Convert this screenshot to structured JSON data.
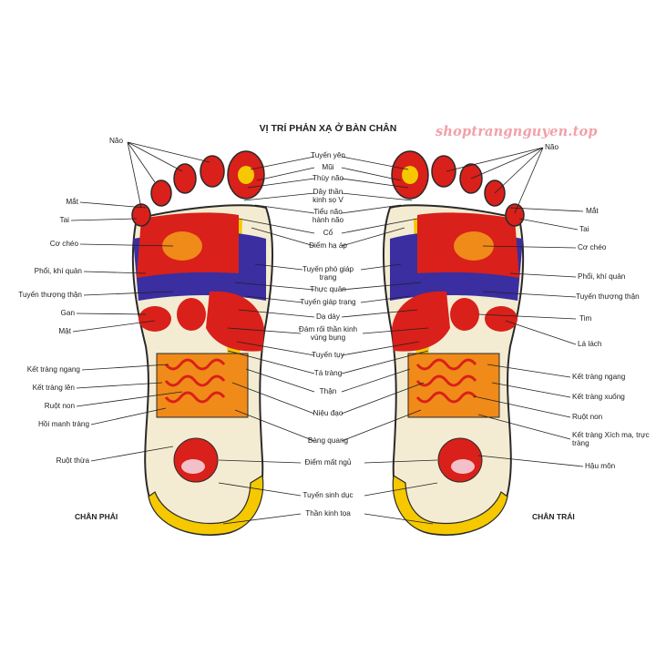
{
  "title": "VỊ TRÍ PHẢN XẠ Ở BÀN CHÂN",
  "watermark": "shoptrangnguyen.top",
  "captions": {
    "right_foot": "CHÂN PHẢI",
    "left_foot": "CHÂN TRÁI"
  },
  "labels": {
    "left": {
      "nao": "Não",
      "mat_eye": "Mắt",
      "tai": "Tai",
      "co_cheo": "Cơ chéo",
      "phoi": "Phổi, khí quản",
      "tuyen_thuong_than": "Tuyến thượng thận",
      "gan": "Gan",
      "mat_gall": "Mật",
      "ket_trang_ngang": "Kết tràng ngang",
      "ket_trang_len": "Kết tràng lên",
      "ruot_non": "Ruột non",
      "hoi_manh_trang": "Hồi manh tràng",
      "ruot_thua": "Ruột thừa"
    },
    "center": {
      "tuyen_yen": "Tuyến yên",
      "mui": "Mũi",
      "thuy_nao": "Thùy não",
      "day_than_kinh": "Dây thần kinh sọ V",
      "tieu_nao": "Tiểu não hành não",
      "co": "Cổ",
      "diem_ha_ap": "Điểm hạ áp",
      "tuyen_pho_giap": "Tuyến phó giáp trạng",
      "thuc_quan": "Thực quản",
      "tuyen_giap": "Tuyến giáp trạng",
      "da_day": "Dạ dày",
      "dam_roi": "Đám rối thần kinh vùng bụng",
      "tuyen_tuy": "Tuyến tụy",
      "ta_trang": "Tá tràng",
      "than": "Thận",
      "nieu_dao": "Niệu đạo",
      "bang_quang": "Bàng quang",
      "diem_mat_ngu": "Điểm mất ngủ",
      "tuyen_sinh_duc": "Tuyến sinh dục",
      "than_kinh_toa": "Thần kinh tọa"
    },
    "right": {
      "nao": "Não",
      "mat_eye": "Mắt",
      "tai": "Tai",
      "co_cheo": "Cơ chéo",
      "phoi": "Phổi, khí quản",
      "tuyen_thuong_than": "Tuyến thượng thận",
      "tim": "Tim",
      "la_lach": "Lá lách",
      "ket_trang_ngang": "Kết tràng ngang",
      "ket_trang_xuong": "Kết tràng xuống",
      "ruot_non": "Ruột non",
      "ket_trang_xich_ma": "Kết tràng Xích ma, trực tràng",
      "hau_mon": "Hậu môn"
    }
  },
  "colors": {
    "foot_outline": "#2a2a2a",
    "heel_yellow": "#f5c800",
    "red": "#d9201a",
    "blue": "#3a2ea0",
    "orange": "#f08a18",
    "cream": "#f4ecd2",
    "green": "#6a8a3a"
  }
}
